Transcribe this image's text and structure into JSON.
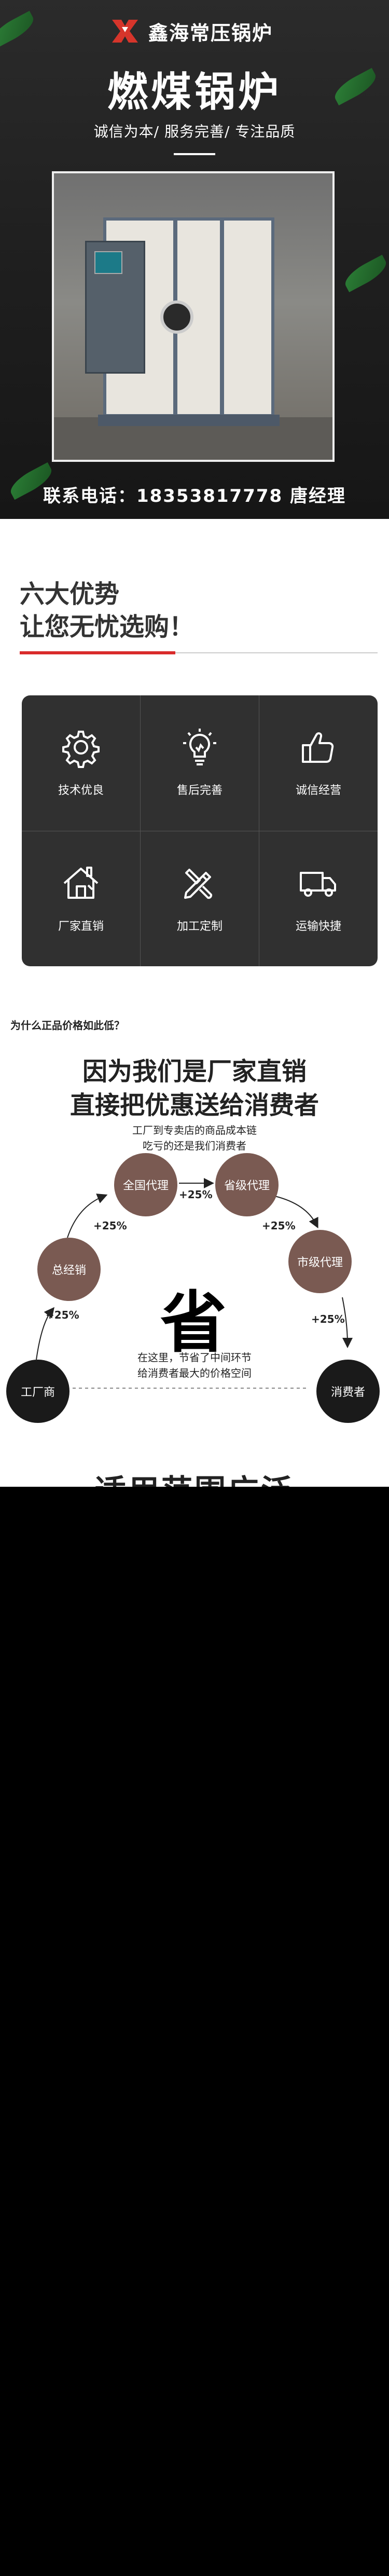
{
  "hero": {
    "brand": "鑫海常压锅炉",
    "title": "燃煤锅炉",
    "subtitle": "诚信为本/ 服务完善/ 专注品质",
    "contact": "联系电话：18353817778 唐经理"
  },
  "advantages": {
    "heading_line1": "六大优势",
    "heading_line2": "让您无忧选购！",
    "items": [
      {
        "label": "技术优良",
        "icon": "gear-icon"
      },
      {
        "label": "售后完善",
        "icon": "lightbulb-icon"
      },
      {
        "label": "诚信经营",
        "icon": "thumbs-up-icon"
      },
      {
        "label": "厂家直销",
        "icon": "factory-icon"
      },
      {
        "label": "加工定制",
        "icon": "tools-icon"
      },
      {
        "label": "运输快捷",
        "icon": "truck-icon"
      }
    ],
    "accent_color": "#d92b2b"
  },
  "why": {
    "question": "为什么正品价格如此低？",
    "headline1": "因为我们是厂家直销",
    "headline2": "直接把优惠送给消费者",
    "sub1": "工厂到专卖店的商品成本链",
    "sub2": "吃亏的还是我们消费者",
    "nodes": {
      "factory": "工厂商",
      "general": "总经销",
      "national": "全国代理",
      "provincial": "省级代理",
      "city": "市级代理",
      "consumer": "消费者"
    },
    "markup": "+25%",
    "center_char": "省",
    "note1": "在这里，节省了中间环节",
    "note2": "给消费者最大的价格空间"
  },
  "scope": {
    "title": "适用范围广泛"
  }
}
